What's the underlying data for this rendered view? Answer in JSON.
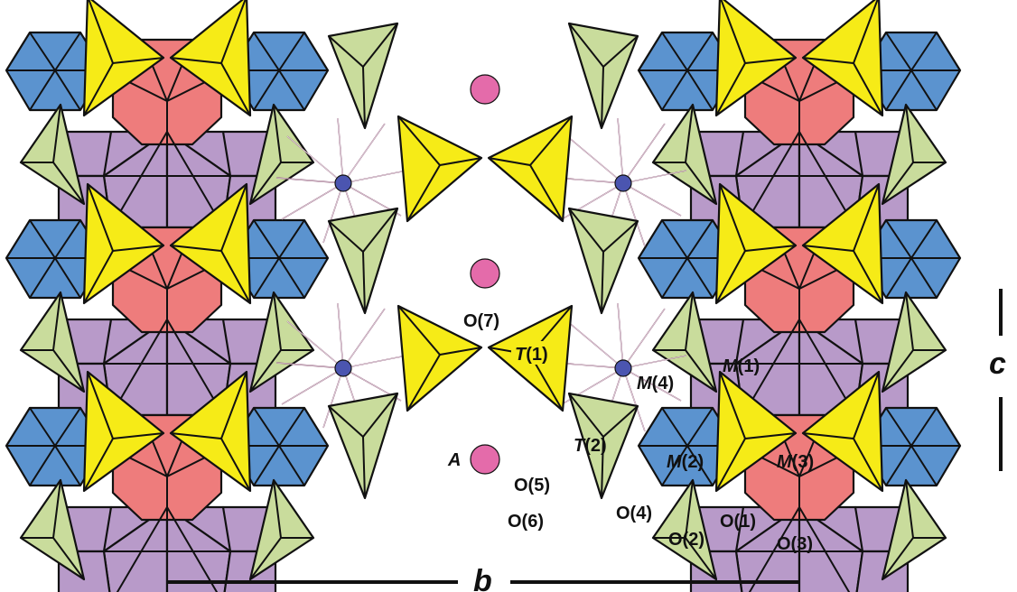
{
  "labels": {
    "o7": "O(7)",
    "t1_it": "T",
    "t1_num": "(1)",
    "m1_it": "M",
    "m1_num": "(1)",
    "m4_it": "M",
    "m4_num": "(4)",
    "t2_it": "T",
    "t2_num": "(2)",
    "m2_it": "M",
    "m2_num": "(2)",
    "m3_it": "M",
    "m3_num": "(3)",
    "a_site": "A",
    "o5": "O(5)",
    "o6": "O(6)",
    "o4": "O(4)",
    "o1": "O(1)",
    "o2": "O(2)",
    "o3": "O(3)"
  },
  "axes": {
    "b": "b",
    "c": "c"
  },
  "colors": {
    "octahedron_blue": "#5B93CF",
    "octahedron_pink": "#EE7C7C",
    "octahedron_lilac": "#B89AC9",
    "tetrahedron_yellow": "#F6EB17",
    "tetrahedron_green": "#C9DC9C",
    "m4_site": "#4B55B0",
    "a_site": "#E46BAA",
    "m4_bond": "#8E5577"
  }
}
